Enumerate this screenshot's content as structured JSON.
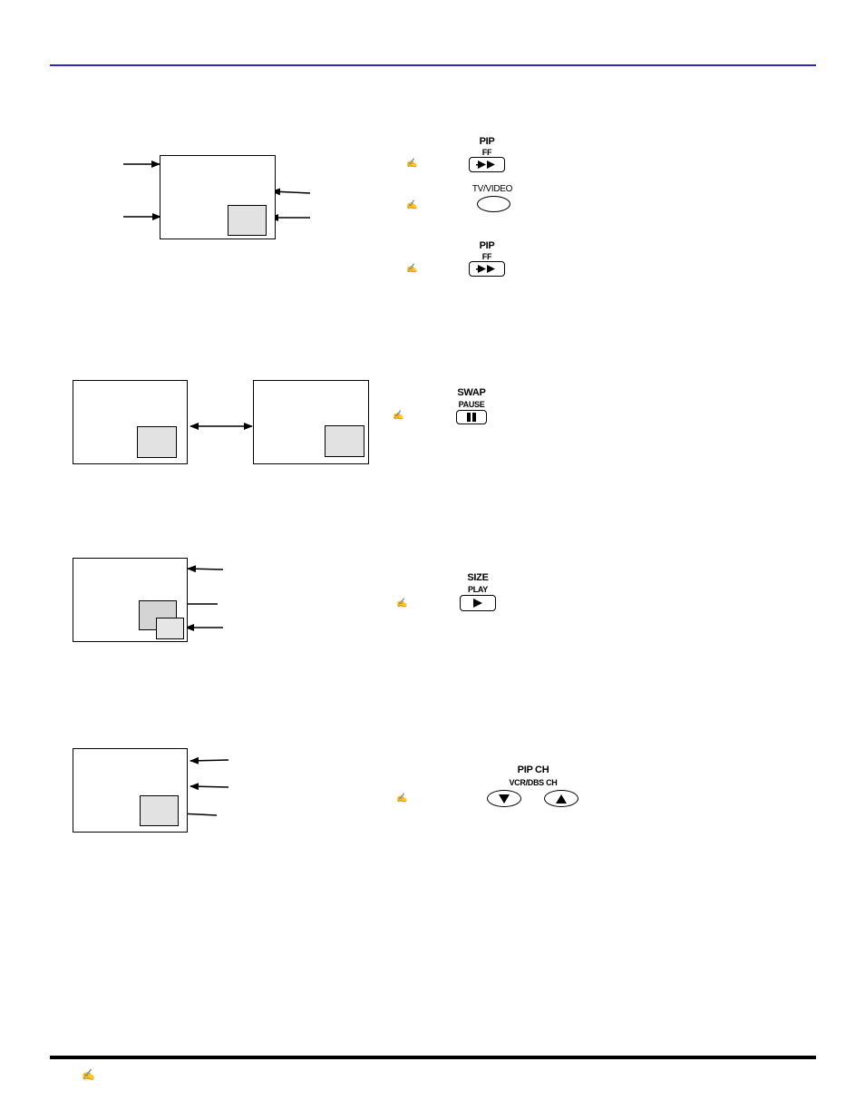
{
  "section1": {
    "pip_label": "PIP",
    "ff_label": "FF",
    "tv_video_label": "TV/VIDEO",
    "pip2_label": "PIP",
    "ff2_label": "FF"
  },
  "section2": {
    "swap_label": "SWAP",
    "pause_label": "PAUSE"
  },
  "section3": {
    "size_label": "SIZE",
    "play_label": "PLAY"
  },
  "section4": {
    "pip_ch_label": "PIP CH",
    "vcr_dbs_label": "VCR/DBS CH"
  },
  "note_icon": "pencil-note-icon",
  "colors": {
    "top_rule": "#2b2bb8",
    "pip_fill": "#e2e2e2"
  }
}
